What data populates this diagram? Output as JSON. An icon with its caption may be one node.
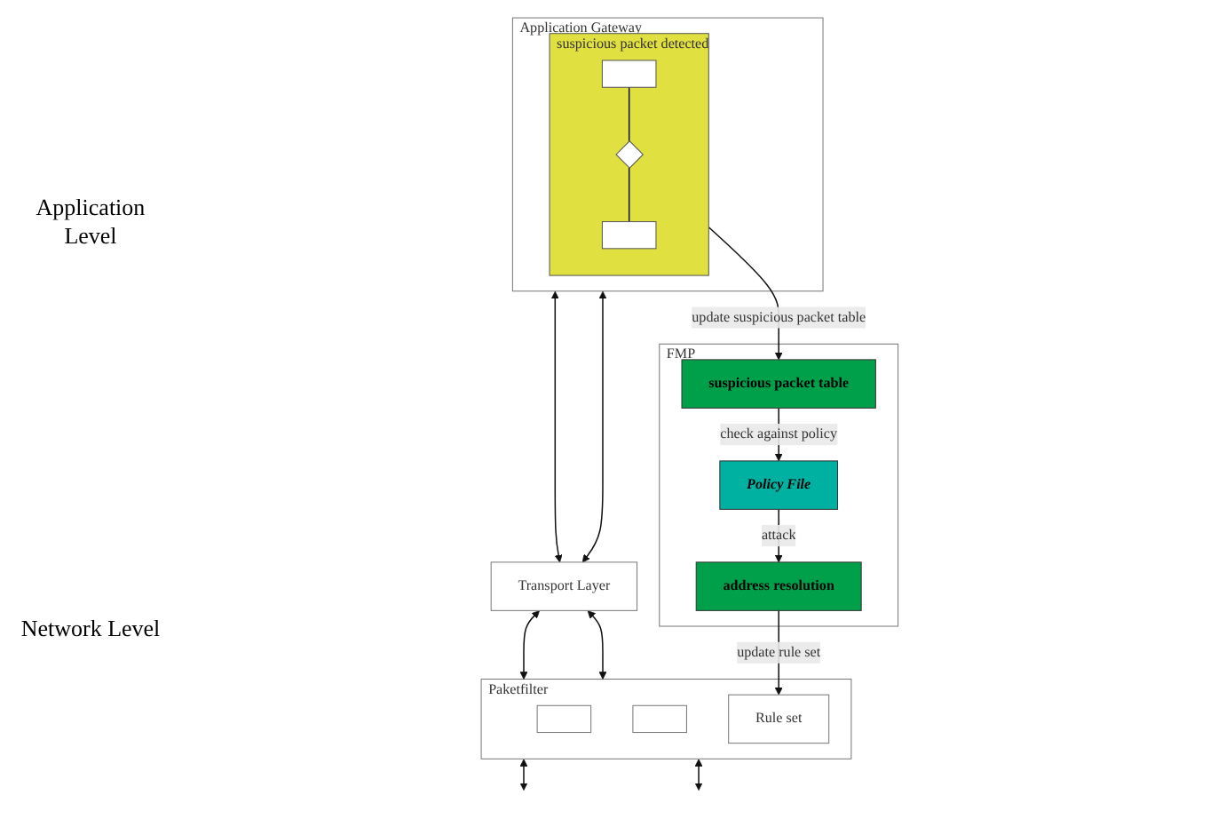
{
  "diagram": {
    "nodes": [
      {
        "text": [
          "Application Gateway"
        ]
      },
      {
        "text": [
          "suspicious packet detected"
        ],
        "in": 0
      },
      {
        "text": [],
        "shape": "box",
        "in": 1
      },
      {
        "text": [],
        "shape": "diamond",
        "in": 1
      },
      {
        "text": [],
        "shape": "box",
        "in": 1
      },
      {
        "text": [
          "Transport Layer"
        ]
      },
      {
        "text": [
          "Paketfilter"
        ]
      },
      {
        "text": [],
        "shape": "box",
        "in": 6
      },
      {
        "text": [],
        "shape": "box",
        "in": 6
      },
      {
        "text": [
          "Rule set"
        ],
        "in": 6
      },
      {
        "text": [
          "FMP"
        ]
      },
      {
        "text": [
          "suspicious packet table"
        ],
        "in": 10
      },
      {
        "text": [
          "Policy File"
        ],
        "in": 10
      },
      {
        "text": [
          "address resolution"
        ],
        "in": 10
      }
    ],
    "edges": [
      {
        "from": 2,
        "to": 3,
        "arrow": "none"
      },
      {
        "from": 3,
        "to": 4,
        "arrow": "none"
      },
      {
        "from": 0,
        "to": 5,
        "arrow": "both"
      },
      {
        "from": 0,
        "to": 5,
        "arrow": "both"
      },
      {
        "from": 5,
        "to": 6,
        "arrow": "both"
      },
      {
        "from": 5,
        "to": 6,
        "arrow": "both"
      },
      {
        "from": 6,
        "to": null,
        "arrow": "both"
      },
      {
        "from": 6,
        "to": null,
        "arrow": "both"
      },
      {
        "from": 1,
        "to": 11,
        "arrow": "to",
        "label": "update suspicious packet table"
      },
      {
        "from": 11,
        "to": 12,
        "arrow": "to",
        "label": "check against policy"
      },
      {
        "from": 12,
        "to": 13,
        "arrow": "to",
        "label": "attack"
      },
      {
        "from": 13,
        "to": 9,
        "arrow": "to",
        "label": "update rule set"
      }
    ],
    "labels": [
      "Application Level",
      "Network Level"
    ]
  }
}
